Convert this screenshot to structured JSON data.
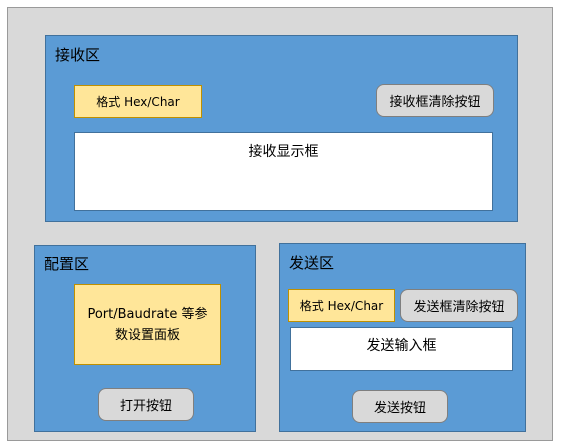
{
  "receive": {
    "title": "接收区",
    "format_label": "格式 Hex/Char",
    "clear_button": "接收框清除按钮",
    "display_box": "接收显示框"
  },
  "config": {
    "title": "配置区",
    "params_label": "Port/Baudrate 等参数设置面板",
    "open_button": "打开按钮"
  },
  "send": {
    "title": "发送区",
    "format_label": "格式 Hex/Char",
    "clear_button": "发送框清除按钮",
    "input_box": "发送输入框",
    "send_button": "发送按钮"
  },
  "colors": {
    "panel": "#5b9bd5",
    "background": "#d9d9d9",
    "label_fill": "#ffe699",
    "button_fill": "#d9d9d9"
  }
}
